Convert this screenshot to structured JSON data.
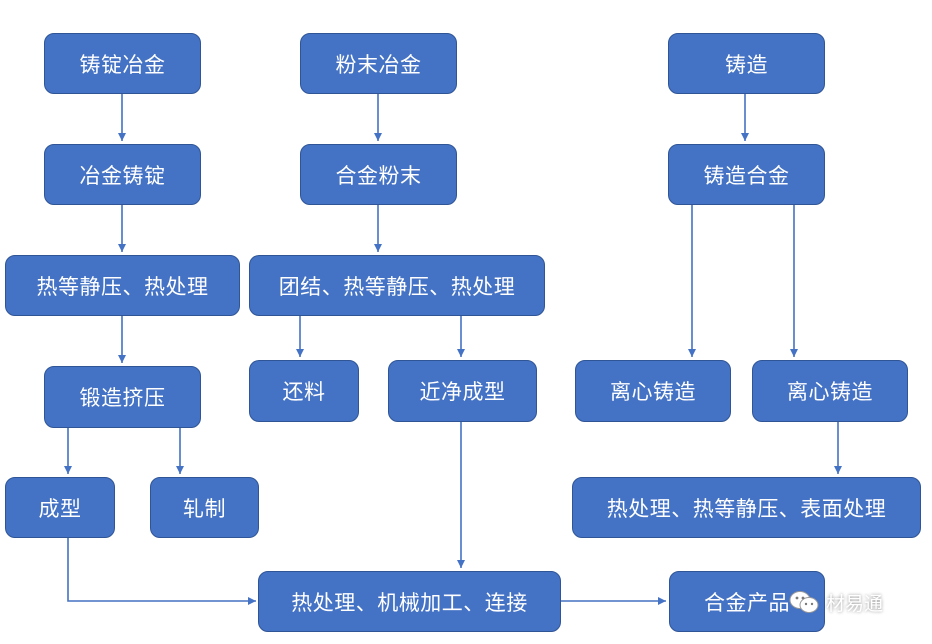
{
  "nodes": {
    "ingot_metallurgy": "铸锭冶金",
    "alloy_ingot": "冶金铸锭",
    "hip_heat_treatment_left": "热等静压、热处理",
    "forge_extrude": "锻造挤压",
    "forming": "成型",
    "rolling": "轧制",
    "powder_metallurgy": "粉末冶金",
    "alloy_powder": "合金粉末",
    "consolidation_hip_heat": "团结、热等静压、热处理",
    "return_material": "还料",
    "near_net_shape": "近净成型",
    "casting": "铸造",
    "cast_alloy": "铸造合金",
    "centrifugal_casting_1": "离心铸造",
    "centrifugal_casting_2": "离心铸造",
    "heat_hip_surface": "热处理、热等静压、表面处理",
    "heat_machining_joining": "热处理、机械加工、连接",
    "alloy_product": "合金产品"
  },
  "watermark": {
    "text": "材易通",
    "icon": "wechat-icon"
  },
  "colors": {
    "box_fill": "#4472c4",
    "box_border": "#2f5597",
    "arrow": "#4472c4",
    "text": "#ffffff"
  }
}
